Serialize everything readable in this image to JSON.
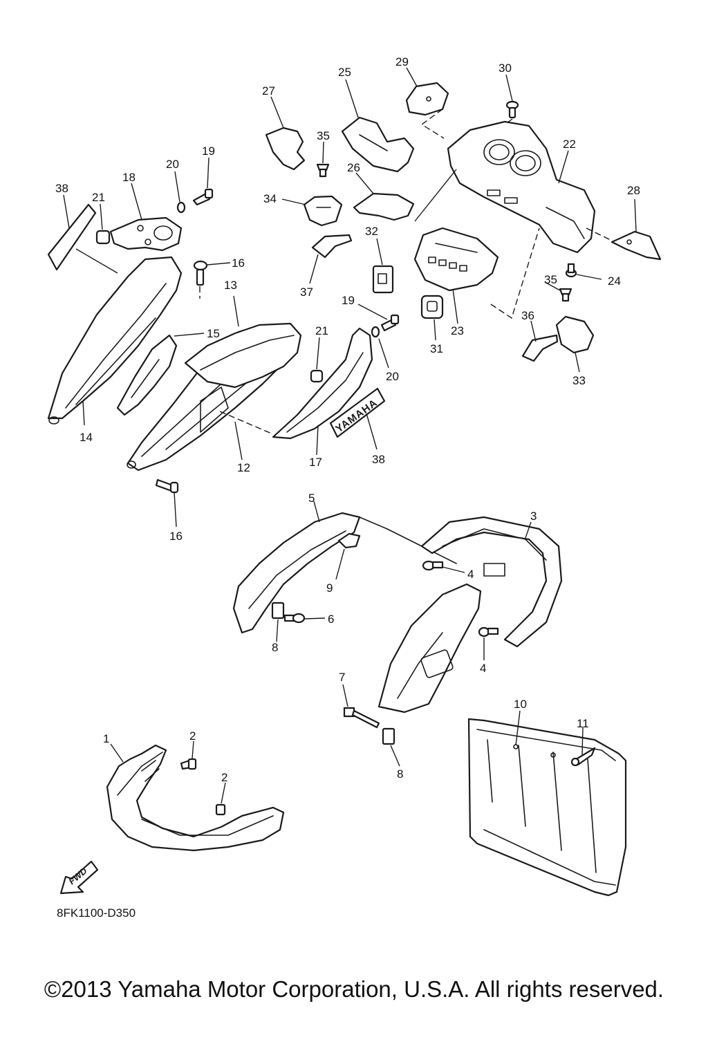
{
  "diagram_code": "8FK1100-D350",
  "copyright": "©2013 Yamaha Motor Corporation, U.S.A. All rights reserved.",
  "logo_text": "YAMAHA",
  "fwd_label": "FWD",
  "callouts": {
    "c1": "1",
    "c2a": "2",
    "c2b": "2",
    "c3": "3",
    "c4a": "4",
    "c4b": "4",
    "c5": "5",
    "c6": "6",
    "c7": "7",
    "c8a": "8",
    "c8b": "8",
    "c9": "9",
    "c10": "10",
    "c11": "11",
    "c12": "12",
    "c13": "13",
    "c14": "14",
    "c15": "15",
    "c16a": "16",
    "c16b": "16",
    "c17": "17",
    "c18": "18",
    "c19a": "19",
    "c19b": "19",
    "c20a": "20",
    "c20b": "20",
    "c21a": "21",
    "c21b": "21",
    "c22": "22",
    "c23": "23",
    "c24": "24",
    "c25": "25",
    "c26": "26",
    "c27": "27",
    "c28": "28",
    "c29": "29",
    "c30": "30",
    "c31": "31",
    "c32": "32",
    "c33": "33",
    "c34": "34",
    "c35a": "35",
    "c35b": "35",
    "c36": "36",
    "c37": "37",
    "c38a": "38",
    "c38b": "38"
  }
}
